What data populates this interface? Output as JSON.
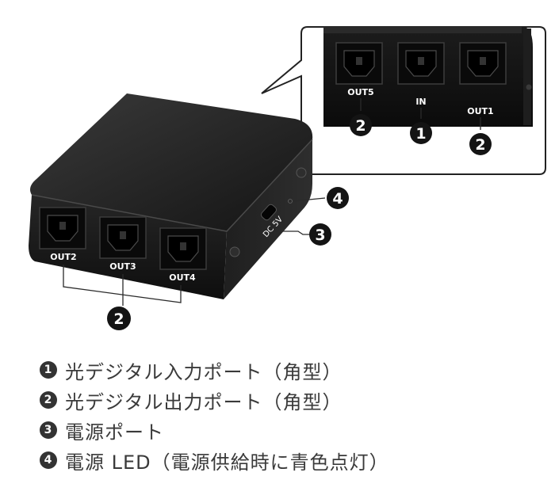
{
  "callouts": {
    "in": "1",
    "out": "2",
    "power_port": "3",
    "power_led": "4"
  },
  "ports": {
    "main": [
      "OUT2",
      "OUT3",
      "OUT4"
    ],
    "inset": [
      "OUT5",
      "IN",
      "OUT1"
    ],
    "dc_label": "DC 5V"
  },
  "legend": [
    {
      "num": "1",
      "text": "光デジタル入力ポート（角型）"
    },
    {
      "num": "2",
      "text": "光デジタル出力ポート（角型）"
    },
    {
      "num": "3",
      "text": "電源ポート"
    },
    {
      "num": "4",
      "text": "電源 LED（電源供給時に青色点灯）"
    }
  ],
  "colors": {
    "device_body": "#1b1b1b",
    "port_frame": "#0c0c0c",
    "badge": "#141414",
    "legend_text": "#3a3a3a",
    "frame_stroke": "#222222"
  }
}
